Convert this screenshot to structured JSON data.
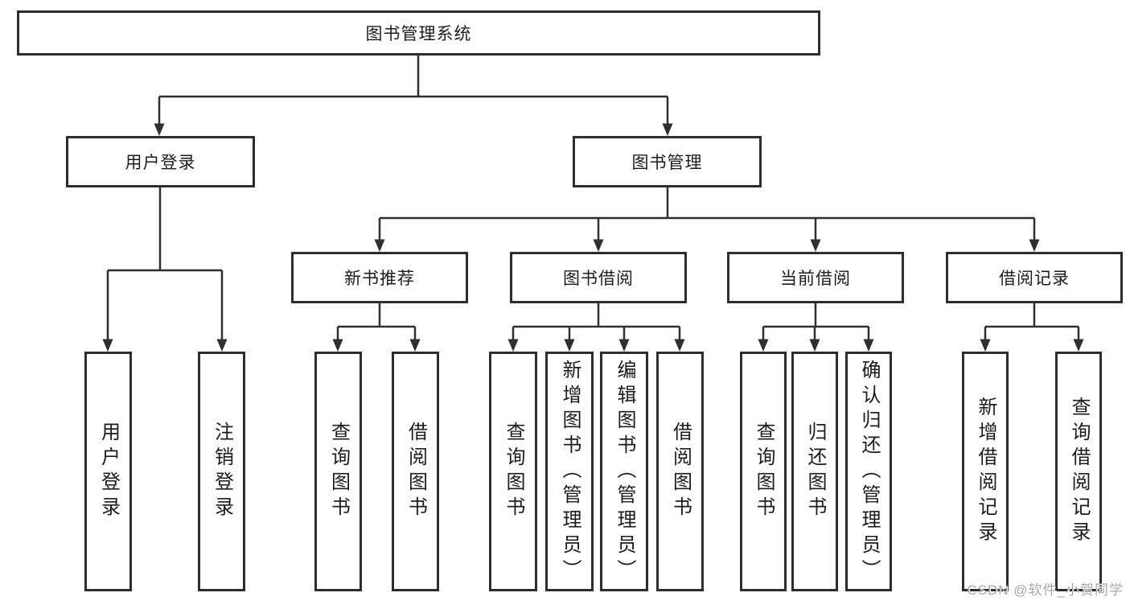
{
  "tree": {
    "label": "图书管理系统",
    "children": [
      {
        "label": "用户登录",
        "children": [
          {
            "label": "用户登录"
          },
          {
            "label": "注销登录"
          }
        ]
      },
      {
        "label": "图书管理",
        "children": [
          {
            "label": "新书推荐",
            "children": [
              {
                "label": "查询图书"
              },
              {
                "label": "借阅图书"
              }
            ]
          },
          {
            "label": "图书借阅",
            "children": [
              {
                "label": "查询图书"
              },
              {
                "label": "新增图书（管理员）"
              },
              {
                "label": "编辑图书（管理员）"
              },
              {
                "label": "借阅图书"
              }
            ]
          },
          {
            "label": "当前借阅",
            "children": [
              {
                "label": "查询图书"
              },
              {
                "label": "归还图书"
              },
              {
                "label": "确认归还（管理员）"
              }
            ]
          },
          {
            "label": "借阅记录",
            "children": [
              {
                "label": "新增借阅记录"
              },
              {
                "label": "查询借阅记录"
              }
            ]
          }
        ]
      }
    ]
  },
  "watermark": {
    "text": "CSDN @软件_小贺同学"
  },
  "colors": {
    "line": "#2f2f2f",
    "box_border": "#2d2d2d",
    "text": "#1c1c1c",
    "watermark": "#a8a8a8",
    "background": "#ffffff"
  }
}
